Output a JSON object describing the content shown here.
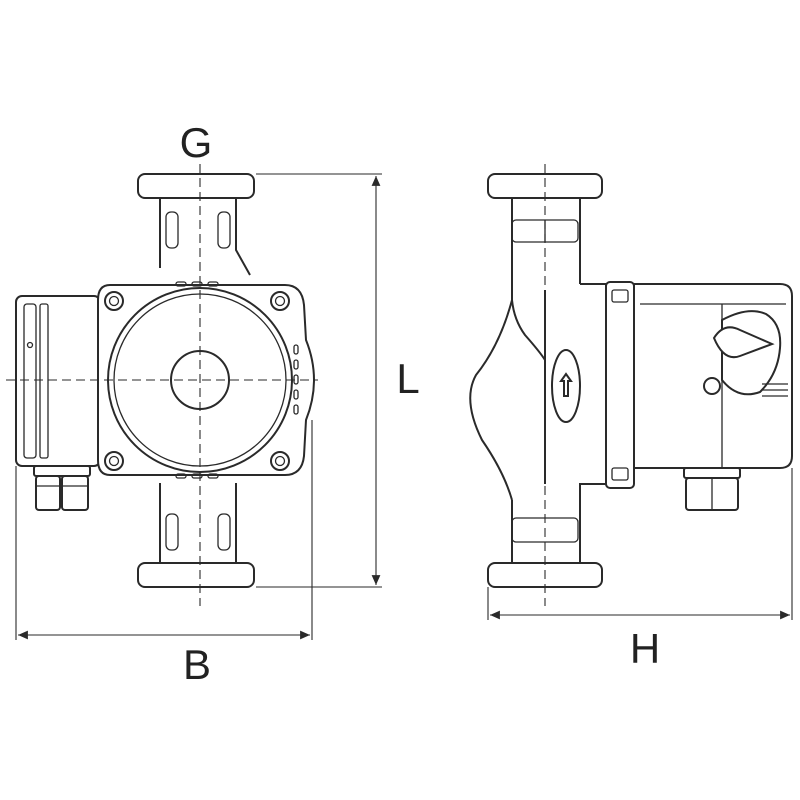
{
  "labels": {
    "G": "G",
    "L": "L",
    "B": "B",
    "H": "H"
  },
  "colors": {
    "line": "#2a2a2a",
    "background": "#ffffff"
  }
}
